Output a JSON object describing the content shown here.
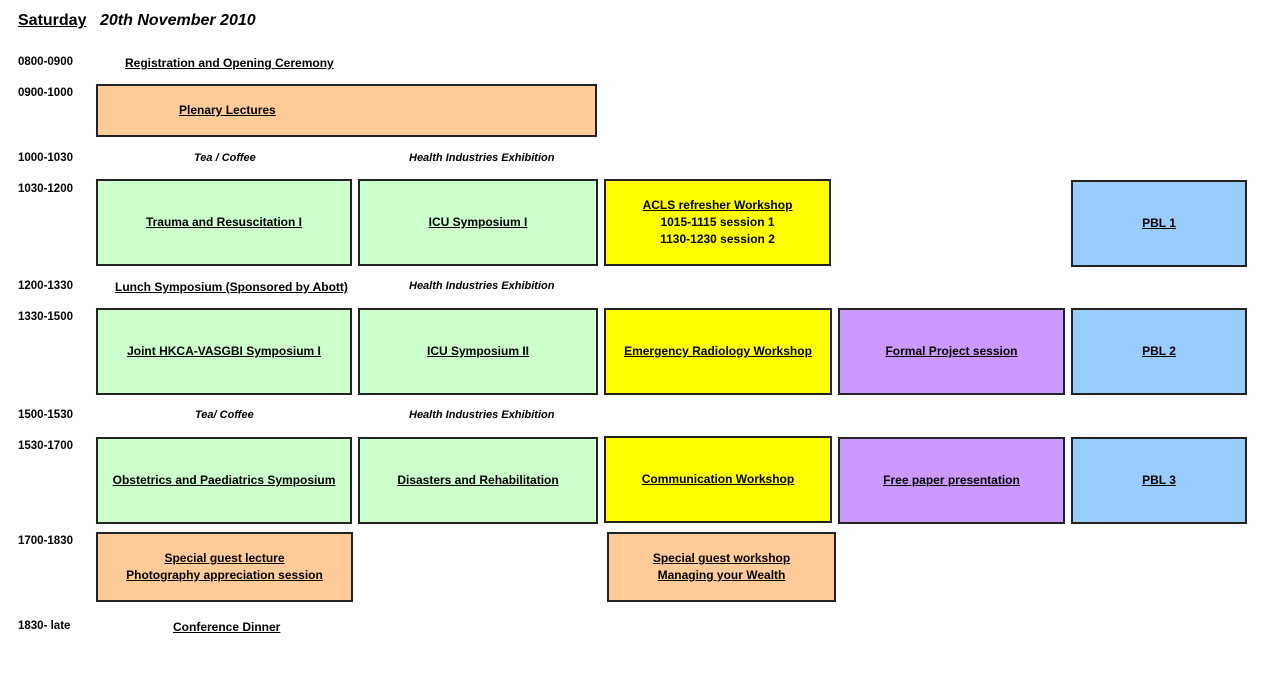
{
  "header": {
    "day": "Saturday",
    "date": "20th November 2010"
  },
  "times": {
    "t0800": "0800-0900",
    "t0900": "0900-1000",
    "t1000": "1000-1030",
    "t1030": "1030-1200",
    "t1200": "1200-1330",
    "t1330": "1330-1500",
    "t1500": "1500-1530",
    "t1530": "1530-1700",
    "t1700": "1700-1830",
    "t1830": "1830- late"
  },
  "labels": {
    "registration": "Registration and Opening Ceremony",
    "tea1": "Tea / Coffee",
    "exhibition1": "Health Industries Exhibition",
    "lunch": "Lunch Symposium (Sponsored by Abott)",
    "exhibition2": "Health Industries Exhibition",
    "tea2": "Tea/ Coffee",
    "exhibition3": "Health Industries Exhibition",
    "dinner": "Conference Dinner"
  },
  "sessions": {
    "plenary": "Plenary Lectures",
    "trauma": "Trauma and Resuscitation I",
    "icu1": "ICU Symposium I",
    "acls": {
      "title": "ACLS refresher Workshop",
      "session1": "1015-1115 session 1",
      "session2": "1130-1230 session 2"
    },
    "pbl1": "PBL 1",
    "hkca": "Joint HKCA-VASGBI Symposium I",
    "icu2": "ICU Symposium II",
    "radiology": "Emergency Radiology Workshop",
    "formal": "Formal Project session",
    "pbl2": "PBL 2",
    "obstetrics": "Obstetrics and Paediatrics Symposium",
    "disasters": "Disasters and Rehabilitation",
    "communication": "Communication Workshop",
    "freepaper": "Free paper presentation",
    "pbl3": "PBL 3",
    "guest_lecture": {
      "line1": "Special guest lecture",
      "line2": "Photography appreciation session"
    },
    "guest_workshop": {
      "line1": "Special guest workshop",
      "line2": "Managing your Wealth"
    }
  },
  "colors": {
    "orange": "#ffcc99",
    "green": "#ccffcc",
    "yellow": "#ffff00",
    "purple": "#cc99ff",
    "blue": "#99ccff"
  }
}
